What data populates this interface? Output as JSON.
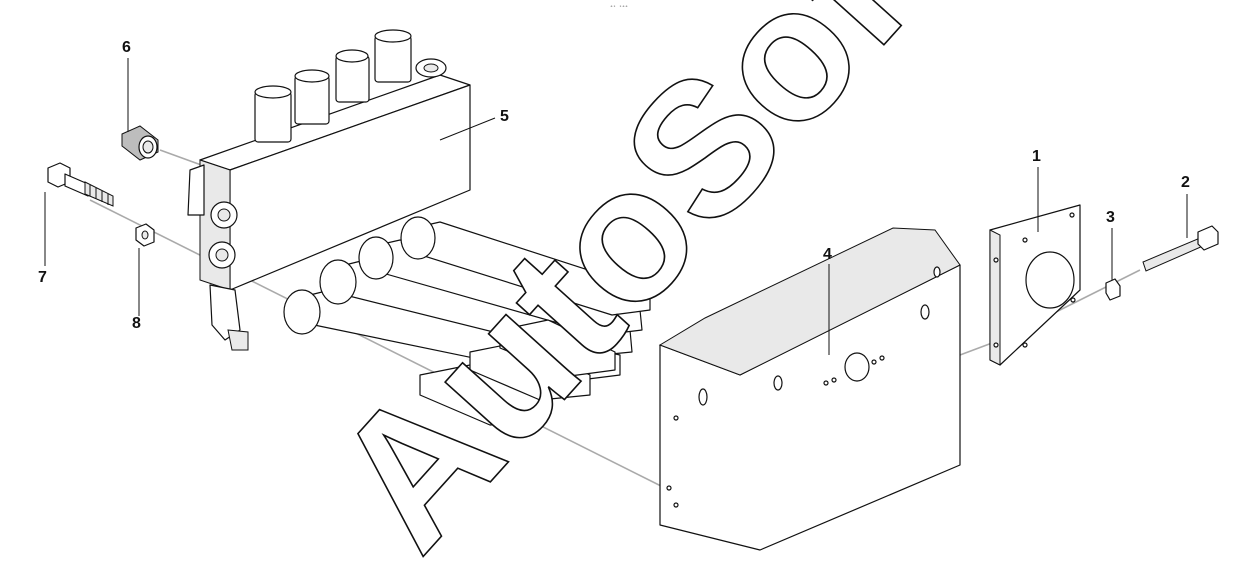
{
  "diagram": {
    "stamp_text": "ᵉˢ ˢᵉᵉ",
    "watermark_text": "AutoSoft",
    "callouts": [
      {
        "id": "c1",
        "label": "1"
      },
      {
        "id": "c2",
        "label": "2"
      },
      {
        "id": "c3",
        "label": "3"
      },
      {
        "id": "c4",
        "label": "4"
      },
      {
        "id": "c5",
        "label": "5"
      },
      {
        "id": "c6",
        "label": "6"
      },
      {
        "id": "c7",
        "label": "7"
      },
      {
        "id": "c8",
        "label": "8"
      }
    ]
  }
}
